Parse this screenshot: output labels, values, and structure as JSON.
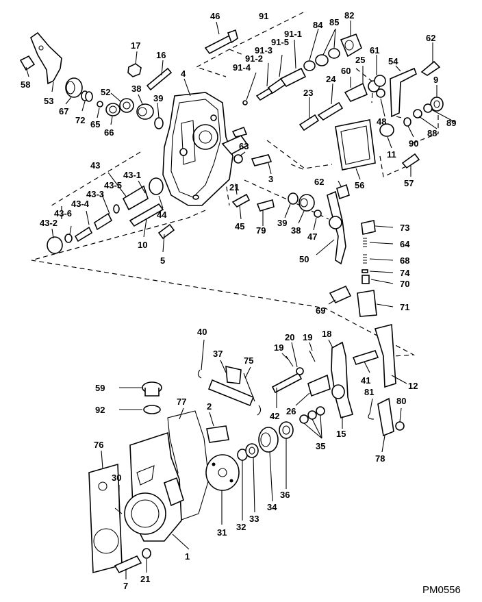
{
  "drawing_code": "PM0556",
  "callouts": [
    "46",
    "91",
    "82",
    "85",
    "84",
    "91-1",
    "91-5",
    "91-3",
    "91-2",
    "91-4",
    "62",
    "17",
    "16",
    "4",
    "58",
    "53",
    "67",
    "72",
    "65",
    "66",
    "52",
    "38",
    "39",
    "60",
    "25",
    "61",
    "54",
    "9",
    "24",
    "23",
    "48",
    "88",
    "89",
    "90",
    "11",
    "56",
    "57",
    "43",
    "43-1",
    "43-5",
    "43-3",
    "43-4",
    "43-6",
    "43-2",
    "44",
    "10",
    "5",
    "63",
    "21",
    "3",
    "62",
    "45",
    "79",
    "39",
    "38",
    "47",
    "73",
    "64",
    "68",
    "74",
    "70",
    "71",
    "50",
    "69",
    "40",
    "37",
    "75",
    "20",
    "19",
    "19",
    "18",
    "41",
    "12",
    "59",
    "92",
    "77",
    "2",
    "42",
    "26",
    "81",
    "80",
    "76",
    "30",
    "15",
    "35",
    "78",
    "1",
    "31",
    "32",
    "33",
    "34",
    "36",
    "7",
    "21"
  ]
}
